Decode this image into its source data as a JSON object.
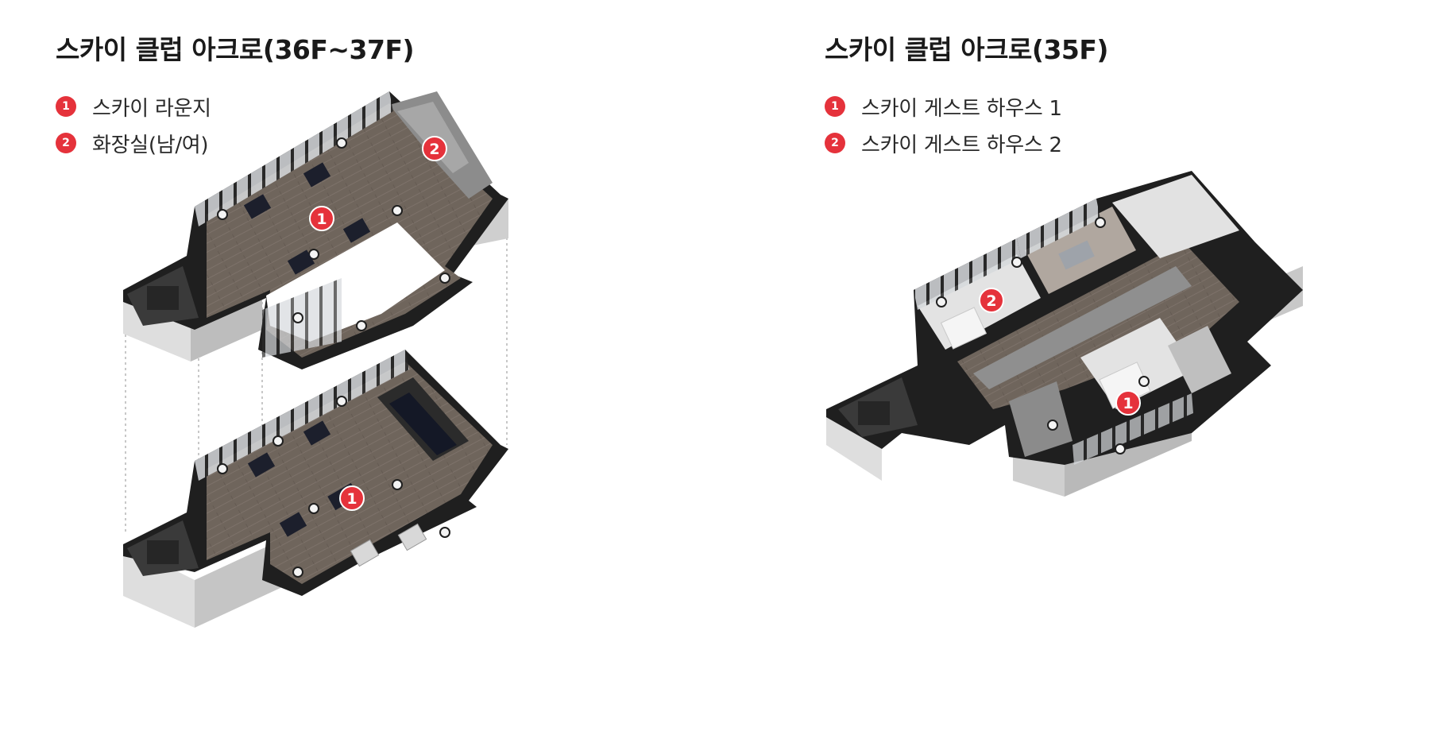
{
  "left": {
    "title": "스카이 클럽 아크로(36F~37F)",
    "legend": [
      {
        "num": "1",
        "label": "스카이 라운지"
      },
      {
        "num": "2",
        "label": "화장실(남/여)"
      }
    ],
    "markers_upper": [
      "1",
      "2"
    ],
    "markers_lower": [
      "1"
    ]
  },
  "right": {
    "title": "스카이 클럽 아크로(35F)",
    "legend": [
      {
        "num": "1",
        "label": "스카이 게스트 하우스 1"
      },
      {
        "num": "2",
        "label": "스카이 게스트 하우스 2"
      }
    ],
    "markers": [
      "1",
      "2"
    ]
  },
  "colors": {
    "marker": "#e5323b",
    "wall": "#1f1f1f",
    "floor_wood": "#6f655c",
    "floor_tile": "#8a8a8a",
    "glass": "#d9dde0",
    "column": "#f2f2f2"
  }
}
